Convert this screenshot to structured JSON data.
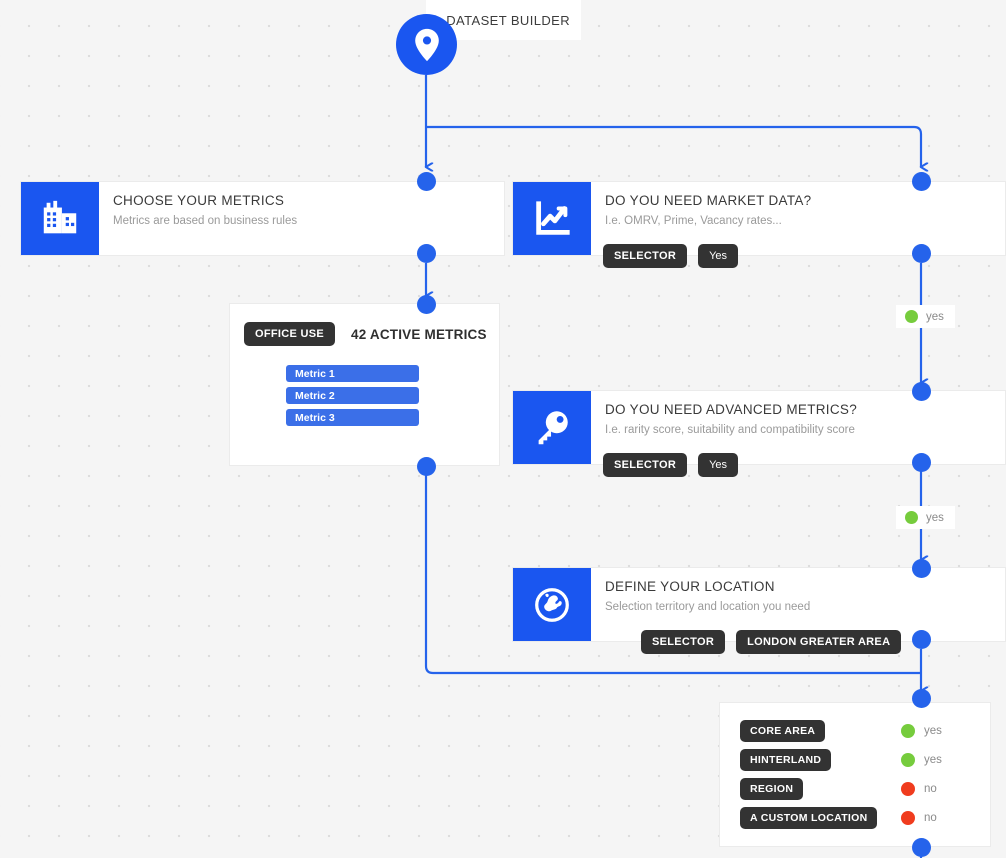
{
  "header": {
    "title": "DATASET BUILDER",
    "pin_icon": "location-pin-icon"
  },
  "theme": {
    "accent_blue": "#1a56f0",
    "node_blue": "#2563eb",
    "badge_dark": "#333333",
    "yes_green": "#76cc3d",
    "no_red": "#f03c1e",
    "canvas_bg": "#f5f5f5",
    "card_bg": "#ffffff"
  },
  "steps": [
    {
      "id": "choose-metrics",
      "icon": "buildings-icon",
      "title": "CHOOSE YOUR METRICS",
      "subtitle": "Metrics are based on business rules",
      "badges": []
    },
    {
      "id": "market-data",
      "icon": "line-chart-icon",
      "title": "DO YOU NEED MARKET DATA?",
      "subtitle": "I.e. OMRV, Prime, Vacancy rates...",
      "badges": [
        "SELECTOR",
        "Yes"
      ]
    },
    {
      "id": "advanced-metrics",
      "icon": "key-icon",
      "title": "DO YOU NEED ADVANCED METRICS?",
      "subtitle": "I.e. rarity score, suitability and compatibility score",
      "badges": [
        "SELECTOR",
        "Yes"
      ]
    },
    {
      "id": "define-location",
      "icon": "globe-icon",
      "title": "DEFINE YOUR LOCATION",
      "subtitle": "Selection territory and location you need",
      "badges": [
        "SELECTOR",
        "LONDON GREATER AREA"
      ]
    }
  ],
  "metrics_panel": {
    "tag": "OFFICE USE",
    "count_label": "42 ACTIVE METRICS",
    "bars": [
      "Metric 1",
      "Metric 2",
      "Metric 3"
    ]
  },
  "location_options": {
    "rows": [
      {
        "label": "CORE AREA",
        "answer": "yes",
        "state": "yes"
      },
      {
        "label": "HINTERLAND",
        "answer": "yes",
        "state": "yes"
      },
      {
        "label": "REGION",
        "answer": "no",
        "state": "no"
      },
      {
        "label": "A CUSTOM LOCATION",
        "answer": "no",
        "state": "no"
      }
    ]
  },
  "wire_chips": [
    {
      "answer": "yes",
      "state": "yes"
    },
    {
      "answer": "yes",
      "state": "yes"
    }
  ]
}
